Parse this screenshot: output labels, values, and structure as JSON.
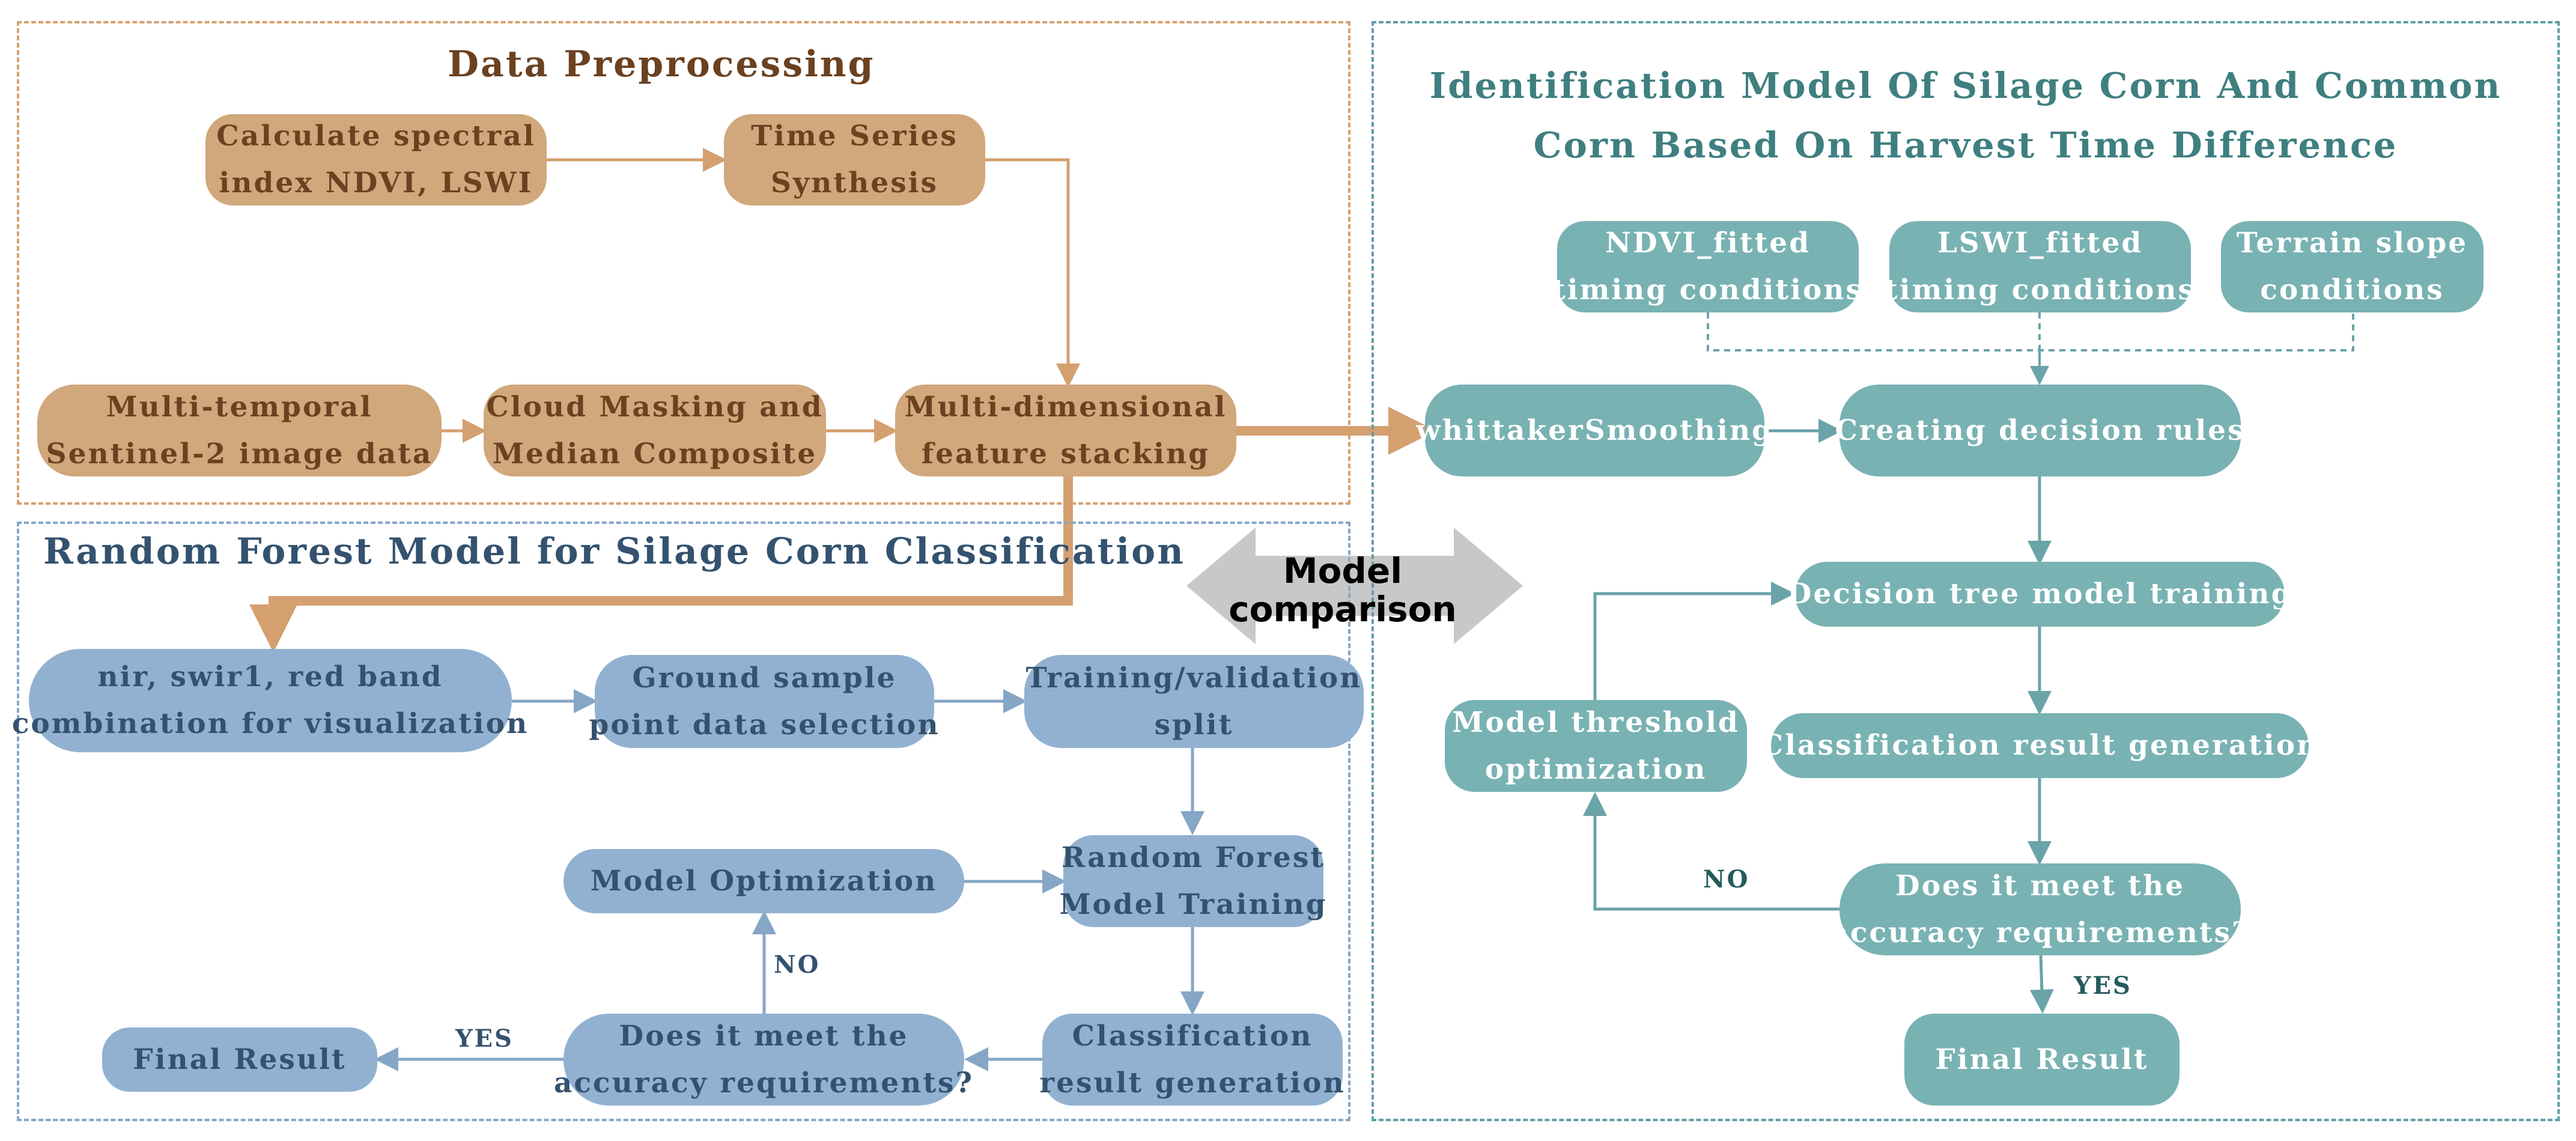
{
  "panels": {
    "data_preprocessing": {
      "title": "Data Preprocessing",
      "nodes": {
        "spectral": "Calculate spectral\nindex NDVI, LSWI",
        "time_series": "Time Series\nSynthesis",
        "sentinel": "Multi-temporal\nSentinel-2 image data",
        "cloud": "Cloud Masking and\nMedian Composite",
        "stacking": "Multi-dimensional\nfeature stacking"
      }
    },
    "random_forest": {
      "title": "Random Forest Model for Silage Corn Classification",
      "nodes": {
        "bands": "nir, swir1, red band\ncombination for visualization",
        "ground": "Ground sample\npoint data selection",
        "split": "Training/validation\nsplit",
        "rf_training": "Random Forest\nModel Training",
        "optimization": "Model Optimization",
        "classification": "Classification\nresult generation",
        "accuracy": "Does it meet the\naccuracy requirements?",
        "final": "Final Result"
      },
      "labels": {
        "no": "NO",
        "yes": "YES"
      }
    },
    "identification": {
      "title_line1": "Identification Model Of Silage Corn And Common",
      "title_line2": "Corn Based On Harvest Time Difference",
      "nodes": {
        "ndvi": "NDVI_fitted\ntiming conditions",
        "lswi": "LSWI_fitted\ntiming conditions",
        "terrain": "Terrain slope\nconditions",
        "whittaker": "whittakerSmoothing",
        "rules": "Creating decision rules",
        "dt_training": "Decision tree model training",
        "threshold": "Model threshold\noptimization",
        "classification": "Classification result generation",
        "accuracy": "Does it meet the\naccuracy requirements?",
        "final": "Final Result"
      },
      "labels": {
        "no": "NO",
        "yes": "YES"
      }
    }
  },
  "comparison": {
    "label": "Model\ncomparison"
  },
  "colors": {
    "tan_fill": "#d1a77c",
    "tan_text": "#6b4120",
    "tan_line": "#d4a070",
    "blue_fill": "#92b1d1",
    "blue_text": "#34526f",
    "blue_line": "#86a6c6",
    "teal_fill": "#79b2b3",
    "teal_text": "#245b5d",
    "teal_line": "#5e9fa4",
    "arrow_gray": "#c8c8c8"
  }
}
